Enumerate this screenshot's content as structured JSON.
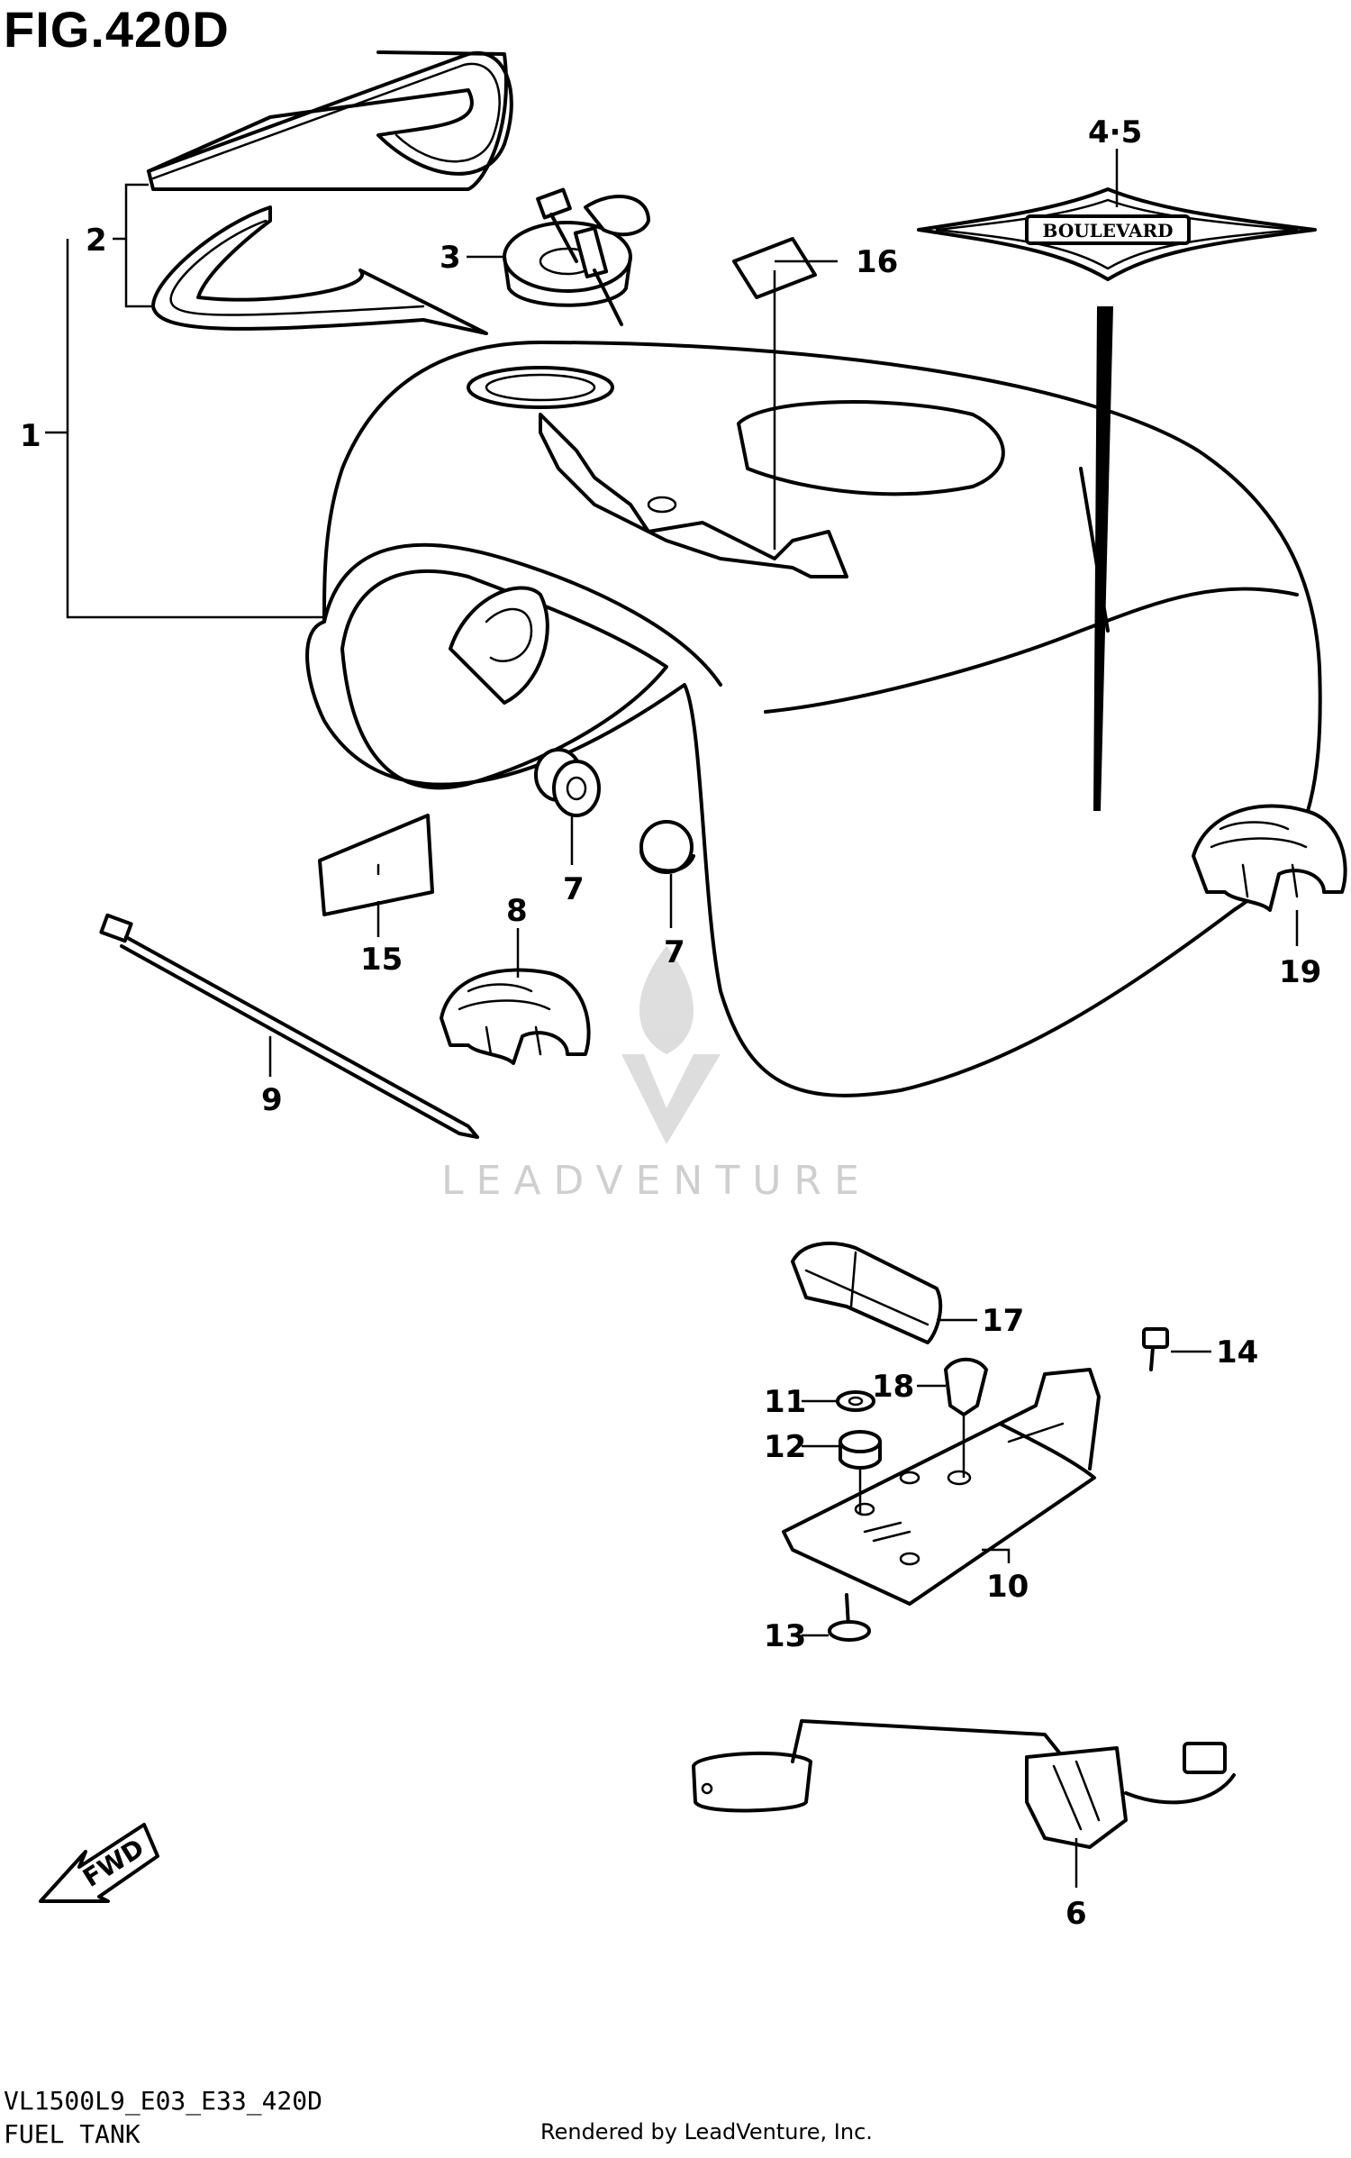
{
  "figure": {
    "title": "FIG.420D"
  },
  "callouts": {
    "p1": "1",
    "p2": "2",
    "p3": "3",
    "p45": "4·5",
    "p6": "6",
    "p7a": "7",
    "p7b": "7",
    "p8": "8",
    "p9": "9",
    "p10": "10",
    "p11": "11",
    "p12": "12",
    "p13": "13",
    "p14": "14",
    "p15": "15",
    "p16": "16",
    "p17": "17",
    "p18": "18",
    "p19": "19"
  },
  "emblem": {
    "text": "BOULEVARD"
  },
  "fwd_arrow": {
    "label": "FWD"
  },
  "watermark": {
    "text": "LEADVENTURE"
  },
  "footer": {
    "model_code": "VL1500L9_E03_E33_420D",
    "section_name": "FUEL TANK",
    "rendered_by": "Rendered by LeadVenture, Inc."
  }
}
